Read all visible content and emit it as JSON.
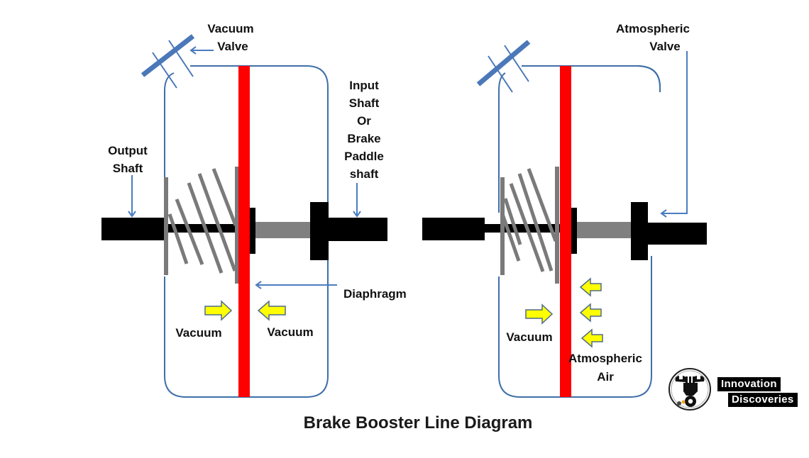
{
  "title": "Brake Booster Line Diagram",
  "colors": {
    "housing": "#3f6fa8",
    "valve": "#4a78b8",
    "diaphragm": "#ff0000",
    "shaft": "#000000",
    "rod": "#808080",
    "spring": "#7a7a7a",
    "arrow_fill": "#ffff00",
    "arrow_stroke": "#4f6b8a",
    "pointer": "#4a7cc0"
  },
  "left_diagram": {
    "state": "released",
    "labels": {
      "vacuum_valve": [
        "Vacuum",
        "Valve"
      ],
      "output_shaft": [
        "Output",
        "Shaft"
      ],
      "input_shaft": [
        "Input",
        "Shaft",
        "Or",
        "Brake",
        "Paddle",
        "shaft"
      ],
      "diaphragm": "Diaphragm",
      "left_chamber": "Vacuum",
      "right_chamber": "Vacuum"
    },
    "arrows": [
      {
        "direction": "right",
        "side": "left"
      },
      {
        "direction": "left",
        "side": "right"
      }
    ]
  },
  "right_diagram": {
    "state": "applied",
    "labels": {
      "atmospheric_valve": [
        "Atmospheric",
        "Valve"
      ],
      "left_chamber": "Vacuum",
      "right_chamber": [
        "Atmospheric",
        "Air"
      ]
    },
    "arrows": [
      {
        "direction": "right",
        "side": "left"
      },
      {
        "direction": "left",
        "side": "right"
      },
      {
        "direction": "left",
        "side": "right"
      },
      {
        "direction": "left",
        "side": "right"
      }
    ]
  },
  "brand": {
    "line1": "Innovation",
    "line2": "Discoveries",
    "logo": "wrench-gear-logo-icon"
  }
}
